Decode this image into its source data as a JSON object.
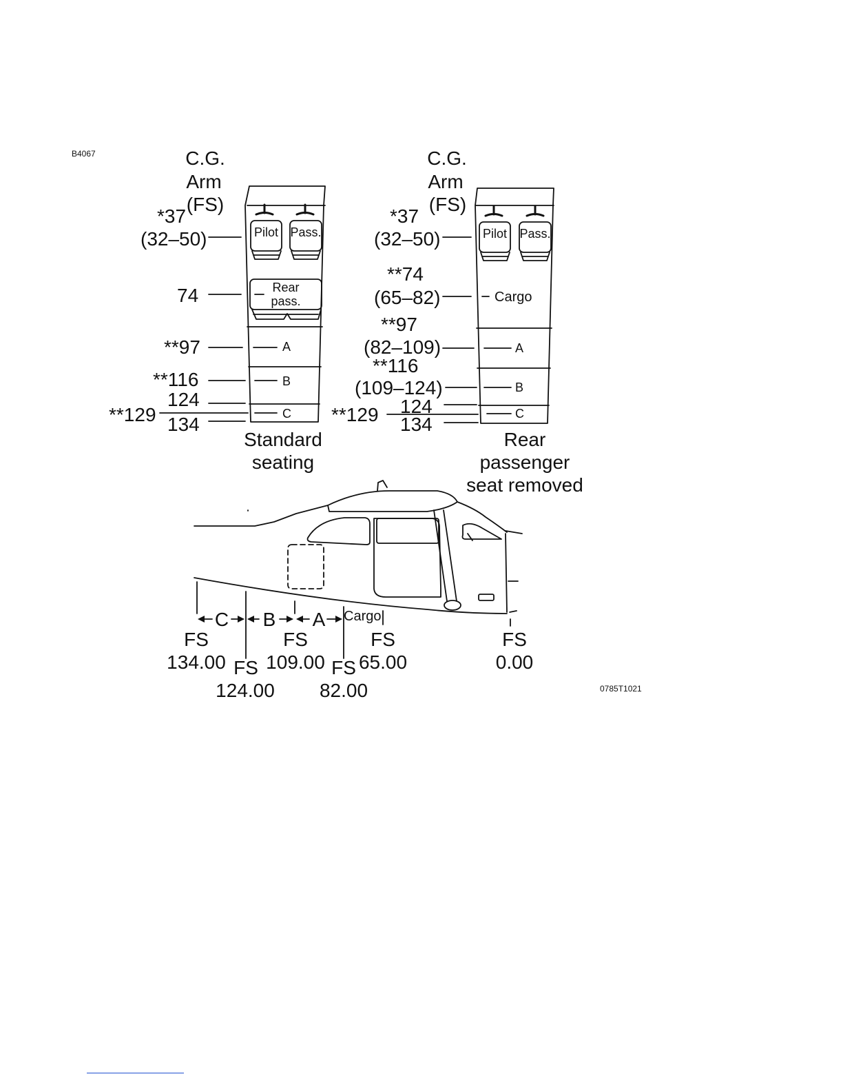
{
  "figure_code": "B4067",
  "ref_code": "0785T1021",
  "left": {
    "header": [
      "C.G.",
      "Arm",
      "(FS)"
    ],
    "arm_pilot": "*37",
    "arm_pilot_range": "(32–50)",
    "seat_pilot": "Pilot",
    "seat_pass": "Pass.",
    "arm_rear": "74",
    "rear_seat": [
      "Rear",
      "pass."
    ],
    "arm_a": "**97",
    "zone_a": "A",
    "arm_b": "**116",
    "zone_b": "B",
    "station_124": "124",
    "arm_c": "**129",
    "zone_c": "C",
    "station_134": "134",
    "caption": [
      "Standard",
      "seating"
    ]
  },
  "right": {
    "header": [
      "C.G.",
      "Arm",
      "(FS)"
    ],
    "arm_pilot": "*37",
    "arm_pilot_range": "(32–50)",
    "seat_pilot": "Pilot",
    "seat_pass": "Pass.",
    "arm_cargo": "**74",
    "arm_cargo_range": "(65–82)",
    "zone_cargo": "Cargo",
    "arm_a": "**97",
    "arm_a_range": "(82–109)",
    "zone_a": "A",
    "arm_b": "**116",
    "arm_b_range": "(109–124)",
    "zone_b": "B",
    "station_124": "124",
    "arm_c": "**129",
    "zone_c": "C",
    "station_134": "134",
    "caption": [
      "Rear",
      "passenger",
      "seat removed"
    ]
  },
  "side": {
    "zone_c": "C",
    "zone_b": "B",
    "zone_a": "A",
    "zone_cargo": "Cargo",
    "fs_label": "FS",
    "fs_134": "134.00",
    "fs_124": "124.00",
    "fs_109": "109.00",
    "fs_82": "82.00",
    "fs_65": "65.00",
    "fs_0": "0.00"
  }
}
